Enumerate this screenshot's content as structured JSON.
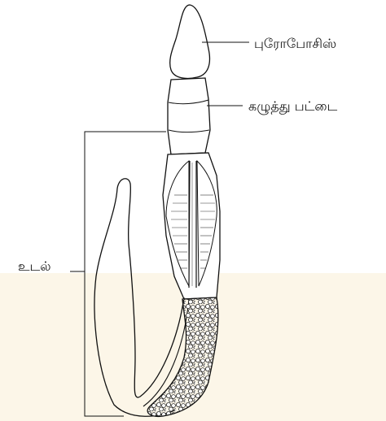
{
  "labels": {
    "proboscis": "புரோபோசிஸ்",
    "collar": "கழுத்து பட்டை",
    "trunk": "உடல்"
  },
  "colors": {
    "background": "#ffffff",
    "sand": "#fcf6e8",
    "ink": "#111111"
  }
}
